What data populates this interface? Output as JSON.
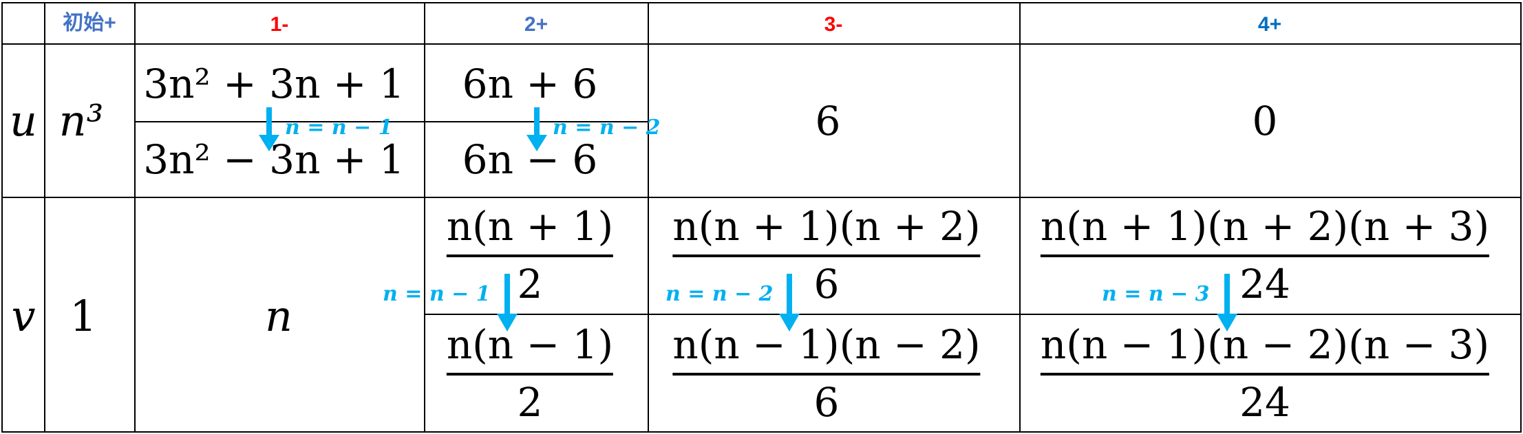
{
  "header": {
    "start": "初始+",
    "col1": "1-",
    "col2": "2+",
    "col3": "3-",
    "col4": "4+"
  },
  "colors": {
    "start": "#4472c4",
    "red": "#ff0000",
    "blue": "#4472c4",
    "darkblue": "#0070c0",
    "arrow": "#00b0f0"
  },
  "row_u": {
    "label": "u",
    "start": "n³",
    "c1_top": "3n² + 3n + 1",
    "c1_bottom": "3n² − 3n + 1",
    "c2_top": "6n + 6",
    "c2_bottom": "6n − 6",
    "c3": "6",
    "c4": "0"
  },
  "row_v": {
    "label": "v",
    "start": "1",
    "c1": "n",
    "c2_top_num": "n(n + 1)",
    "c2_top_den": "2",
    "c2_bottom_num": "n(n − 1)",
    "c2_bottom_den": "2",
    "c3_top_num": "n(n + 1)(n + 2)",
    "c3_top_den": "6",
    "c3_bottom_num": "n(n − 1)(n − 2)",
    "c3_bottom_den": "6",
    "c4_top_num": "n(n + 1)(n + 2)(n + 3)",
    "c4_top_den": "24",
    "c4_bottom_num": "n(n − 1)(n − 2)(n − 3)",
    "c4_bottom_den": "24"
  },
  "substitutions": {
    "u1": "n = n − 1",
    "u2": "n = n − 2",
    "v2": "n = n − 1",
    "v3": "n = n − 2",
    "v4": "n = n − 3"
  }
}
